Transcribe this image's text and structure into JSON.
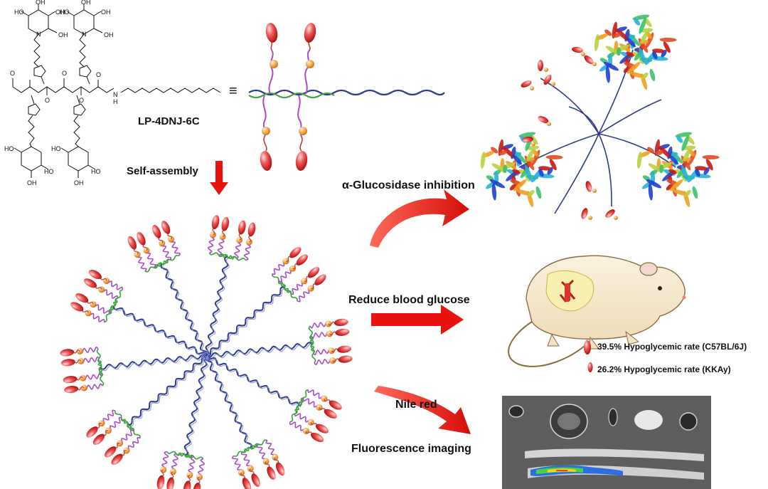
{
  "molecule": {
    "name": "LP-4DNJ-6C",
    "equiv_symbol": "≡",
    "atoms": {
      "oh": "OH",
      "ho": "HO",
      "n": "N",
      "nh": "H",
      "o": "O"
    }
  },
  "labels": {
    "self_assembly": "Self-assembly",
    "glucosidase": "α-Glucosidase inhibition",
    "reduce_glucose": "Reduce blood glucose",
    "nile_red": "Nile red",
    "fluorescence": "Fluorescence imaging"
  },
  "results": {
    "c57": "39.5% Hypoglycemic rate (C57BL/6J)",
    "kkay": "26.2% Hypoglycemic rate (KKAy)"
  },
  "colors": {
    "arrow_red": "#e8120e",
    "chain_blue": "#2f3c8c",
    "chain_purple": "#a84cc8",
    "chain_green": "#3aa23a",
    "bead_orange": "#f4a64a",
    "headgroup_red": "#e23a3a",
    "imaging_bg": "#5a5a5a"
  }
}
